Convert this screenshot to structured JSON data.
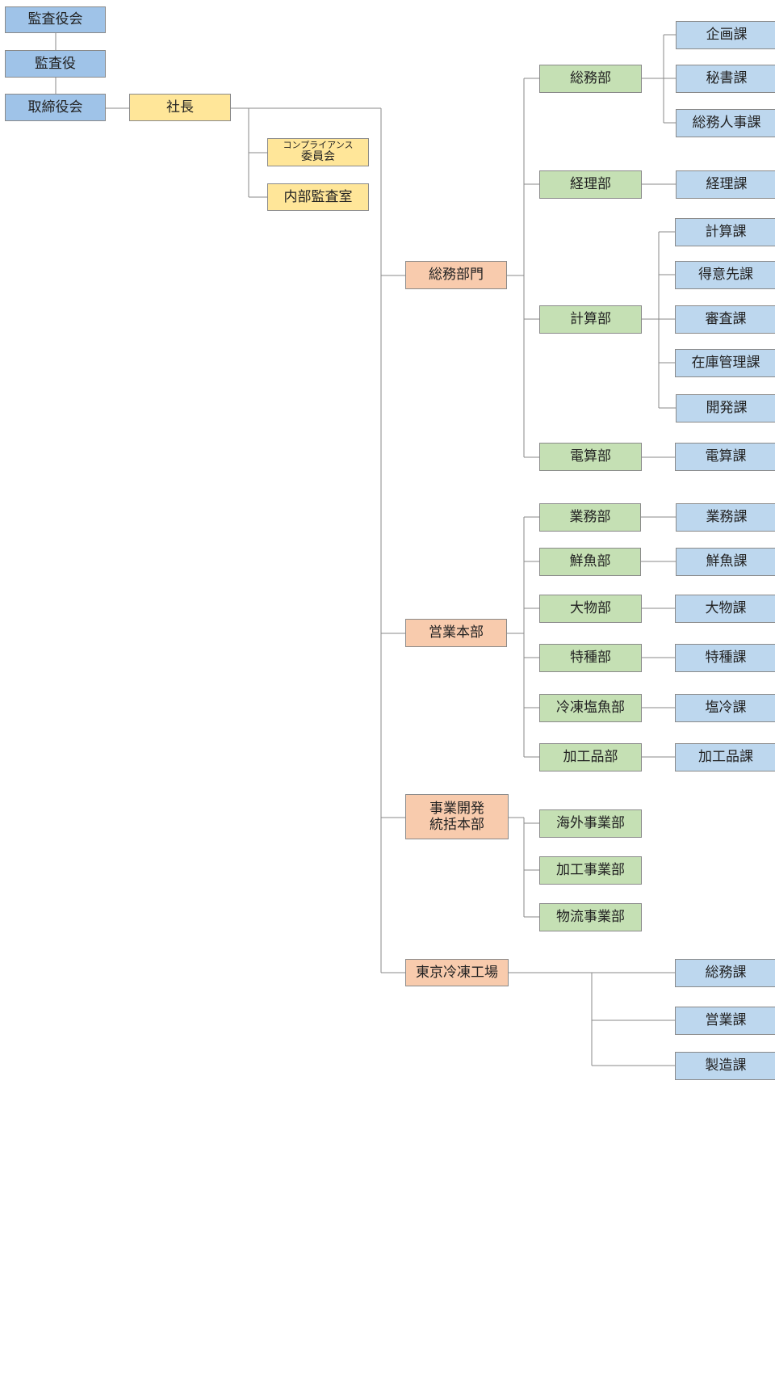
{
  "org": {
    "board_auditors": "監査役会",
    "auditor": "監査役",
    "board_directors": "取締役会",
    "president": "社長",
    "compliance_line1": "コンプライアンス",
    "compliance_line2": "委員会",
    "internal_audit": "内部監査室",
    "divisions": {
      "admin": {
        "label": "総務部門",
        "soumu_bu": "総務部",
        "kikaku_ka": "企画課",
        "hisho_ka": "秘書課",
        "soumu_jinji_ka": "総務人事課",
        "keiri_bu": "経理部",
        "keiri_ka": "経理課",
        "keisan_bu": "計算部",
        "keisan_ka": "計算課",
        "tokuisaki_ka": "得意先課",
        "shinsa_ka": "審査課",
        "zaiko_kanri_ka": "在庫管理課",
        "kaihatsu_ka": "開発課",
        "densan_bu": "電算部",
        "densan_ka": "電算課"
      },
      "sales": {
        "label": "営業本部",
        "gyoumu_bu": "業務部",
        "gyoumu_ka": "業務課",
        "sengyo_bu": "鮮魚部",
        "sengyo_ka": "鮮魚課",
        "oomono_bu": "大物部",
        "oomono_ka": "大物課",
        "tokushu_bu": "特種部",
        "tokushu_ka": "特種課",
        "reitou_engyo_bu": "冷凍塩魚部",
        "enrei_ka": "塩冷課",
        "kakouhin_bu": "加工品部",
        "kakouhin_ka": "加工品課"
      },
      "bizdev": {
        "label_line1": "事業開発",
        "label_line2": "統括本部",
        "kaigai_bu": "海外事業部",
        "kakou_jigyo_bu": "加工事業部",
        "butsuryu_bu": "物流事業部"
      },
      "factory": {
        "label": "東京冷凍工場",
        "soumu_ka": "総務課",
        "eigyo_ka": "営業課",
        "seizou_ka": "製造課"
      }
    }
  }
}
